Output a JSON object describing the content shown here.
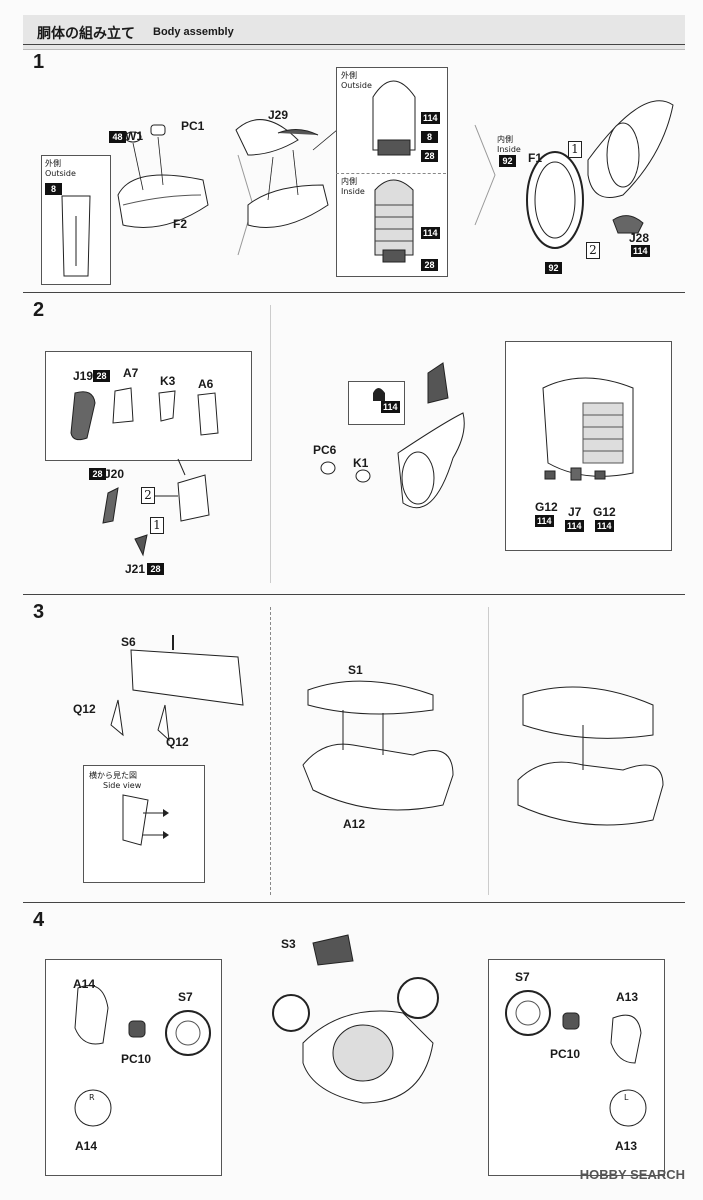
{
  "header": {
    "title_jp": "胴体の組み立て",
    "title_en": "Body assembly"
  },
  "steps": [
    {
      "number": "1",
      "outside_jp": "外側",
      "outside_en": "Outside",
      "outside2_jp": "外側",
      "outside2_en": "Outside",
      "inside_jp": "内側",
      "inside_en": "Inside",
      "inside2_jp": "内側",
      "inside2_en": "Inside",
      "parts": {
        "w1": "W1",
        "pc1": "PC1",
        "f2": "F2",
        "j29": "J29",
        "f1": "F1",
        "j28": "J28"
      },
      "colors": {
        "c48": "48",
        "c8": "8",
        "c114": "114",
        "c28": "28",
        "c92": "92"
      },
      "order": {
        "one": "1",
        "two": "2"
      }
    },
    {
      "number": "2",
      "parts": {
        "j19": "J19",
        "a7": "A7",
        "k3": "K3",
        "a6": "A6",
        "j20": "J20",
        "j21": "J21",
        "pc6": "PC6",
        "k1": "K1",
        "g12": "G12",
        "j7": "J7"
      },
      "colors": {
        "c28": "28",
        "c114": "114"
      },
      "order": {
        "one": "1",
        "two": "2"
      }
    },
    {
      "number": "3",
      "parts": {
        "s6": "S6",
        "q12": "Q12",
        "s1": "S1",
        "a12": "A12"
      },
      "side_view_jp": "横から見た図",
      "side_view_en": "Side view"
    },
    {
      "number": "4",
      "parts": {
        "s3": "S3",
        "a14": "A14",
        "s7": "S7",
        "pc10": "PC10",
        "a13": "A13"
      },
      "marks": {
        "r": "R",
        "l": "L"
      }
    }
  ],
  "watermark": "HOBBY SEARCH"
}
